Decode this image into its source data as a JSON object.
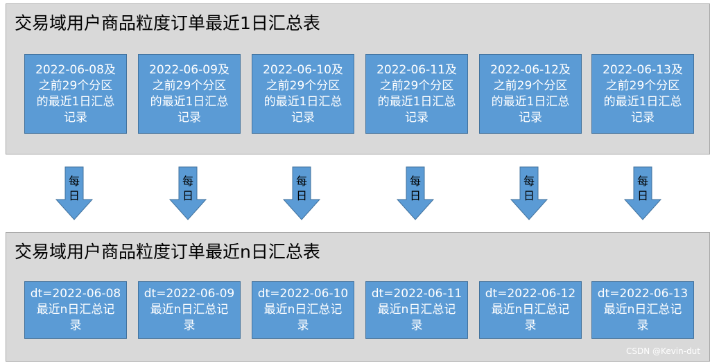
{
  "top_panel": {
    "title": "交易域用户商品粒度订单最近1日汇总表",
    "boxes": [
      {
        "line1": "2022-06-08及",
        "line2": "之前29个分区",
        "line3": "的最近1日汇总",
        "line4": "记录"
      },
      {
        "line1": "2022-06-09及",
        "line2": "之前29个分区",
        "line3": "的最近1日汇总",
        "line4": "记录"
      },
      {
        "line1": "2022-06-10及",
        "line2": "之前29个分区",
        "line3": "的最近1日汇总",
        "line4": "记录"
      },
      {
        "line1": "2022-06-11及",
        "line2": "之前29个分区",
        "line3": "的最近1日汇总",
        "line4": "记录"
      },
      {
        "line1": "2022-06-12及",
        "line2": "之前29个分区",
        "line3": "的最近1日汇总",
        "line4": "记录"
      },
      {
        "line1": "2022-06-13及",
        "line2": "之前29个分区",
        "line3": "的最近1日汇总",
        "line4": "记录"
      }
    ]
  },
  "arrows": [
    {
      "char1": "每",
      "char2": "日"
    },
    {
      "char1": "每",
      "char2": "日"
    },
    {
      "char1": "每",
      "char2": "日"
    },
    {
      "char1": "每",
      "char2": "日"
    },
    {
      "char1": "每",
      "char2": "日"
    },
    {
      "char1": "每",
      "char2": "日"
    }
  ],
  "bottom_panel": {
    "title": "交易域用户商品粒度订单最近n日汇总表",
    "boxes": [
      {
        "line1": "dt=2022-06-08",
        "line2": "最近n日汇总记",
        "line3": "录"
      },
      {
        "line1": "dt=2022-06-09",
        "line2": "最近n日汇总记",
        "line3": "录"
      },
      {
        "line1": "dt=2022-06-10",
        "line2": "最近n日汇总记",
        "line3": "录"
      },
      {
        "line1": "dt=2022-06-11",
        "line2": "最近n日汇总记",
        "line3": "录"
      },
      {
        "line1": "dt=2022-06-12",
        "line2": "最近n日汇总记",
        "line3": "录"
      },
      {
        "line1": "dt=2022-06-13",
        "line2": "最近n日汇总记",
        "line3": "录"
      }
    ]
  },
  "watermark": "CSDN @Kevin-dut",
  "colors": {
    "panel_bg": "#d9d9d9",
    "box_fill": "#5b9bd5",
    "box_border": "#41719c",
    "arrow_fill": "#5b9bd5"
  }
}
